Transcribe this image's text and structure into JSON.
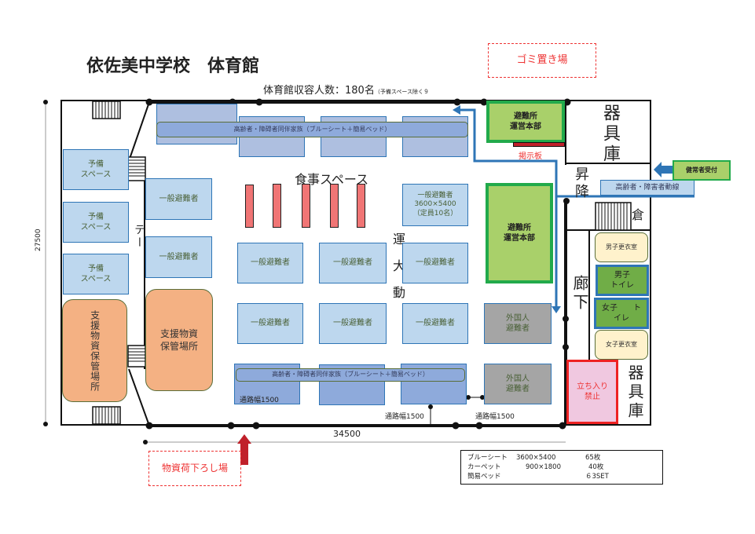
{
  "title": "依佐美中学校　体育館",
  "capacity": "体育館収容人数：180名",
  "capacity_note": "（予備スペース除く９",
  "garbage": "ゴミ置き場",
  "unloading": "物資荷下ろし場",
  "dining": "食事スペース",
  "elderly_banner": "高齢者・障碍者同伴家族（ブルーシート＋簡易ベッド）",
  "general": "一般避難者",
  "general_big": "一般避難者\n3600×5400\n（定員10名）",
  "foreign": "外国人\n避難者",
  "reserve": "予備\nスペース",
  "supply_vertical": "支援物資保管場所",
  "supply": "支援物資\n保管場所",
  "hq": "避難所\n運営本部",
  "notice_board": "掲示板",
  "storage": "器具庫",
  "stairs_label": "昇降",
  "storage_small": "倉",
  "route_label": "高齢者・障害者動線",
  "reception": "健常者受付",
  "corridor": "廊下",
  "male_changing": "男子更衣室",
  "male_toilet": "男子\nトイレ",
  "female_toilet": "女子　　ト\nイレ",
  "female_changing": "女子更衣室",
  "no_entry": "立ち入り\n禁止",
  "aisle": "通路幅1500",
  "width_dim": "34500",
  "height_dim": "27500",
  "hidden_center": "運大動",
  "hidden_stage": "テー",
  "legend": [
    {
      "item": "ブルーシート",
      "size": "3600×5400",
      "qty": "65枚"
    },
    {
      "item": "カーペット",
      "size": "900×1800",
      "qty": "40枚"
    },
    {
      "item": "簡易ベッド",
      "size": "",
      "qty": "６3SET"
    }
  ],
  "colors": {
    "hq_border": "#22aa4b",
    "route": "#2e75b6",
    "no_entry": "#ee2222",
    "arrow": "#c0202a"
  }
}
